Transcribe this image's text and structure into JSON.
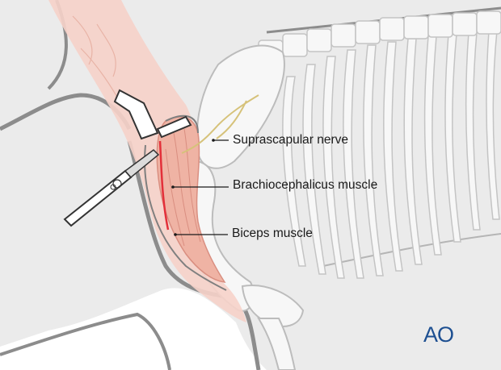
{
  "labels": {
    "suprascapular_nerve": "Suprascapular nerve",
    "brachiocephalicus_muscle": "Brachiocephalicus muscle",
    "biceps_muscle": "Biceps muscle"
  },
  "logo": {
    "text": "AO"
  },
  "colors": {
    "outline": "#8c8c8c",
    "body_fill": "#ebebeb",
    "bone_fill": "#f7f7f7",
    "bone_stroke": "#c4c4c4",
    "muscle_fill": "#efb3a4",
    "muscle_dark": "#d98e80",
    "skin_fill": "#f6d2c9",
    "nerve": "#d6c27a",
    "incision": "#e3303a",
    "logo": "#1d4f91"
  },
  "icons": [
    "scalpel-icon",
    "retractor-icon"
  ]
}
